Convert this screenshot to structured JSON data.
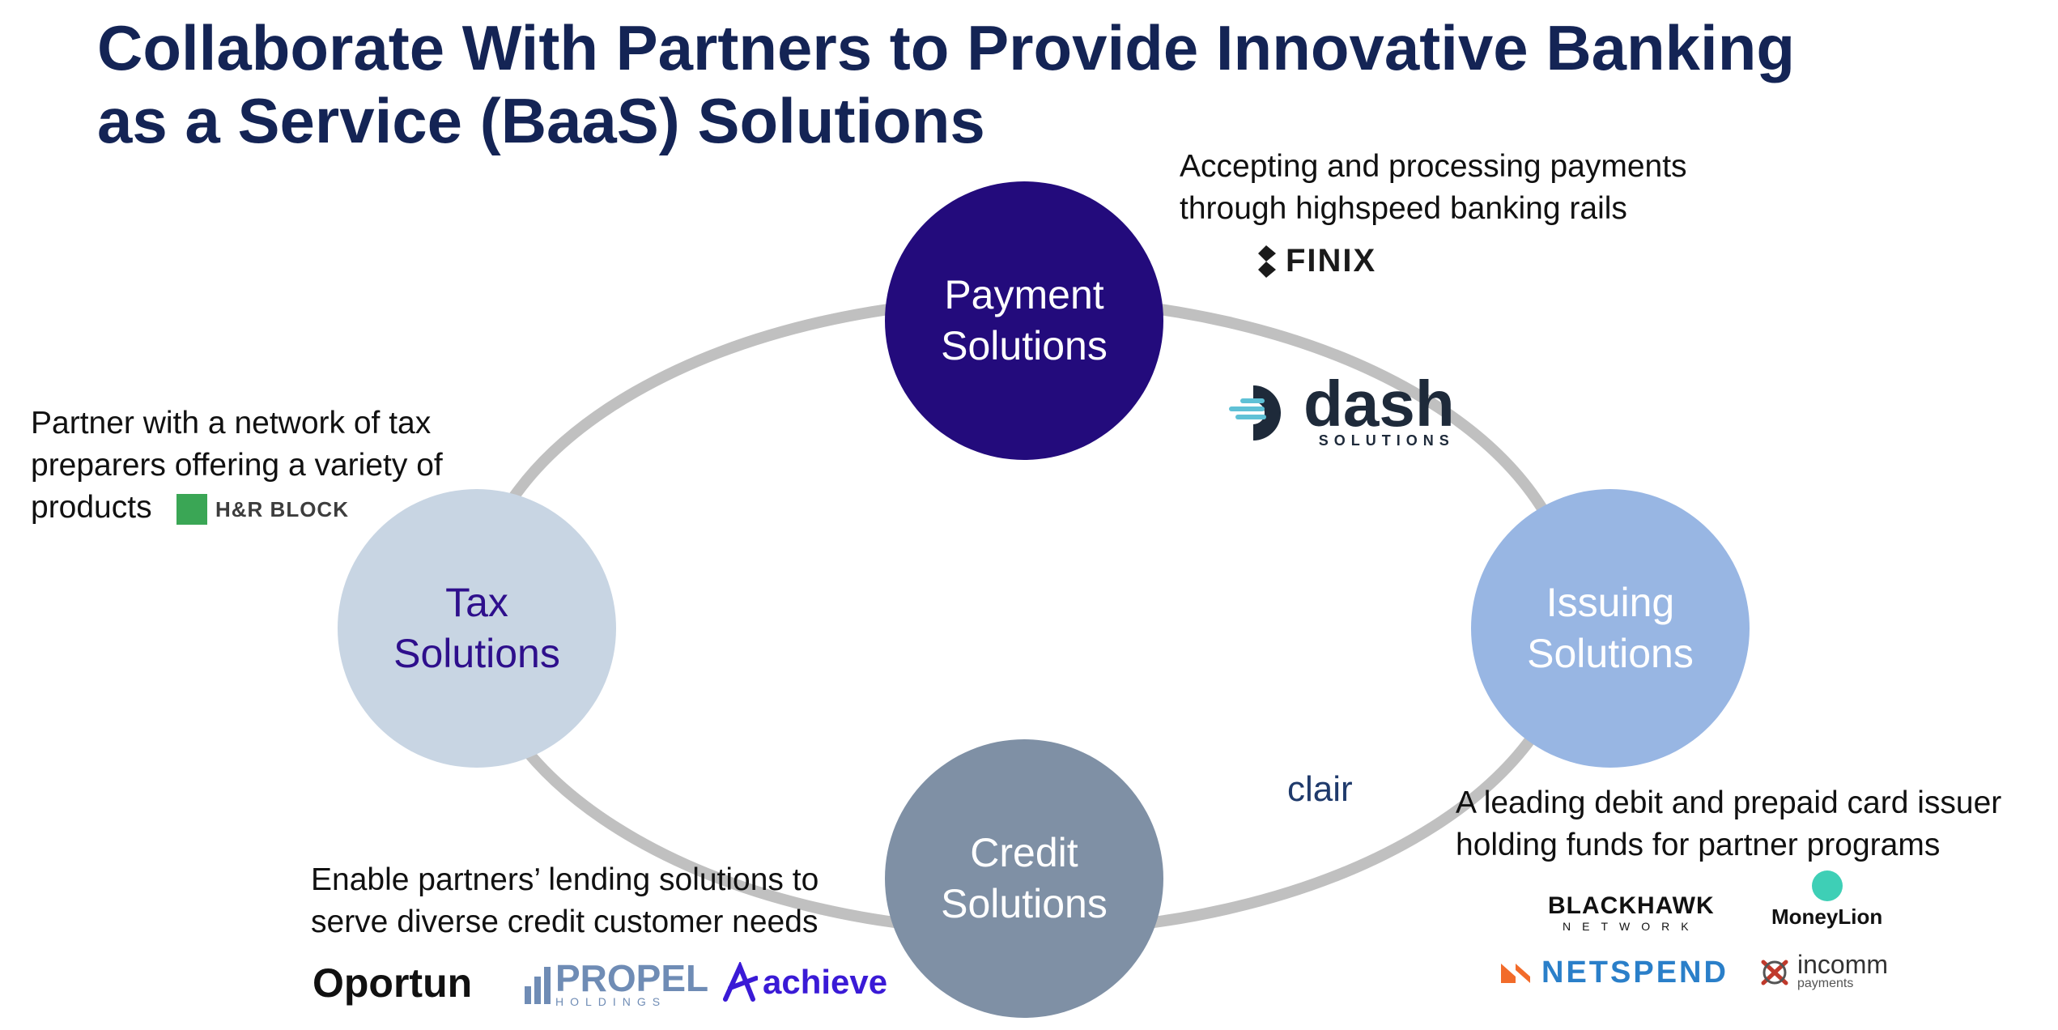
{
  "title": {
    "line1": "Collaborate With Partners to Provide Innovative Banking",
    "line2": "as a Service (BaaS) Solutions"
  },
  "circles": {
    "payment": {
      "line1": "Payment",
      "line2": "Solutions",
      "color": "#230b7c"
    },
    "tax": {
      "line1": "Tax",
      "line2": "Solutions",
      "color": "#c8d5e3"
    },
    "issuing": {
      "line1": "Issuing",
      "line2": "Solutions",
      "color": "#98b6e3"
    },
    "credit": {
      "line1": "Credit",
      "line2": "Solutions",
      "color": "#7f90a5"
    }
  },
  "descriptions": {
    "payment": [
      "Accepting and processing payments",
      "through highspeed banking rails"
    ],
    "tax": [
      "Partner with a network of tax",
      "preparers offering a variety of",
      "products"
    ],
    "issuing": [
      "A leading debit and prepaid card issuer",
      "holding funds for partner programs"
    ],
    "credit": [
      "Enable partners’ lending solutions to",
      "serve diverse credit customer needs"
    ]
  },
  "logos": {
    "finix": "FINIX",
    "dash": {
      "word": "dash",
      "sub": "SOLUTIONS"
    },
    "hrblock": "H&R BLOCK",
    "clair": "clair",
    "oportun": "Oportun",
    "propel": {
      "word": "PROPEL",
      "sub": "HOLDINGS"
    },
    "achieve": "achieve",
    "blackhawk": {
      "word": "BLACKHAWK",
      "sub": "NETWORK"
    },
    "moneylion": "MoneyLion",
    "netspend": "NETSPEND",
    "incomm": {
      "word": "incomm",
      "sub": "payments"
    }
  },
  "ring_color": "#c0c0c0"
}
